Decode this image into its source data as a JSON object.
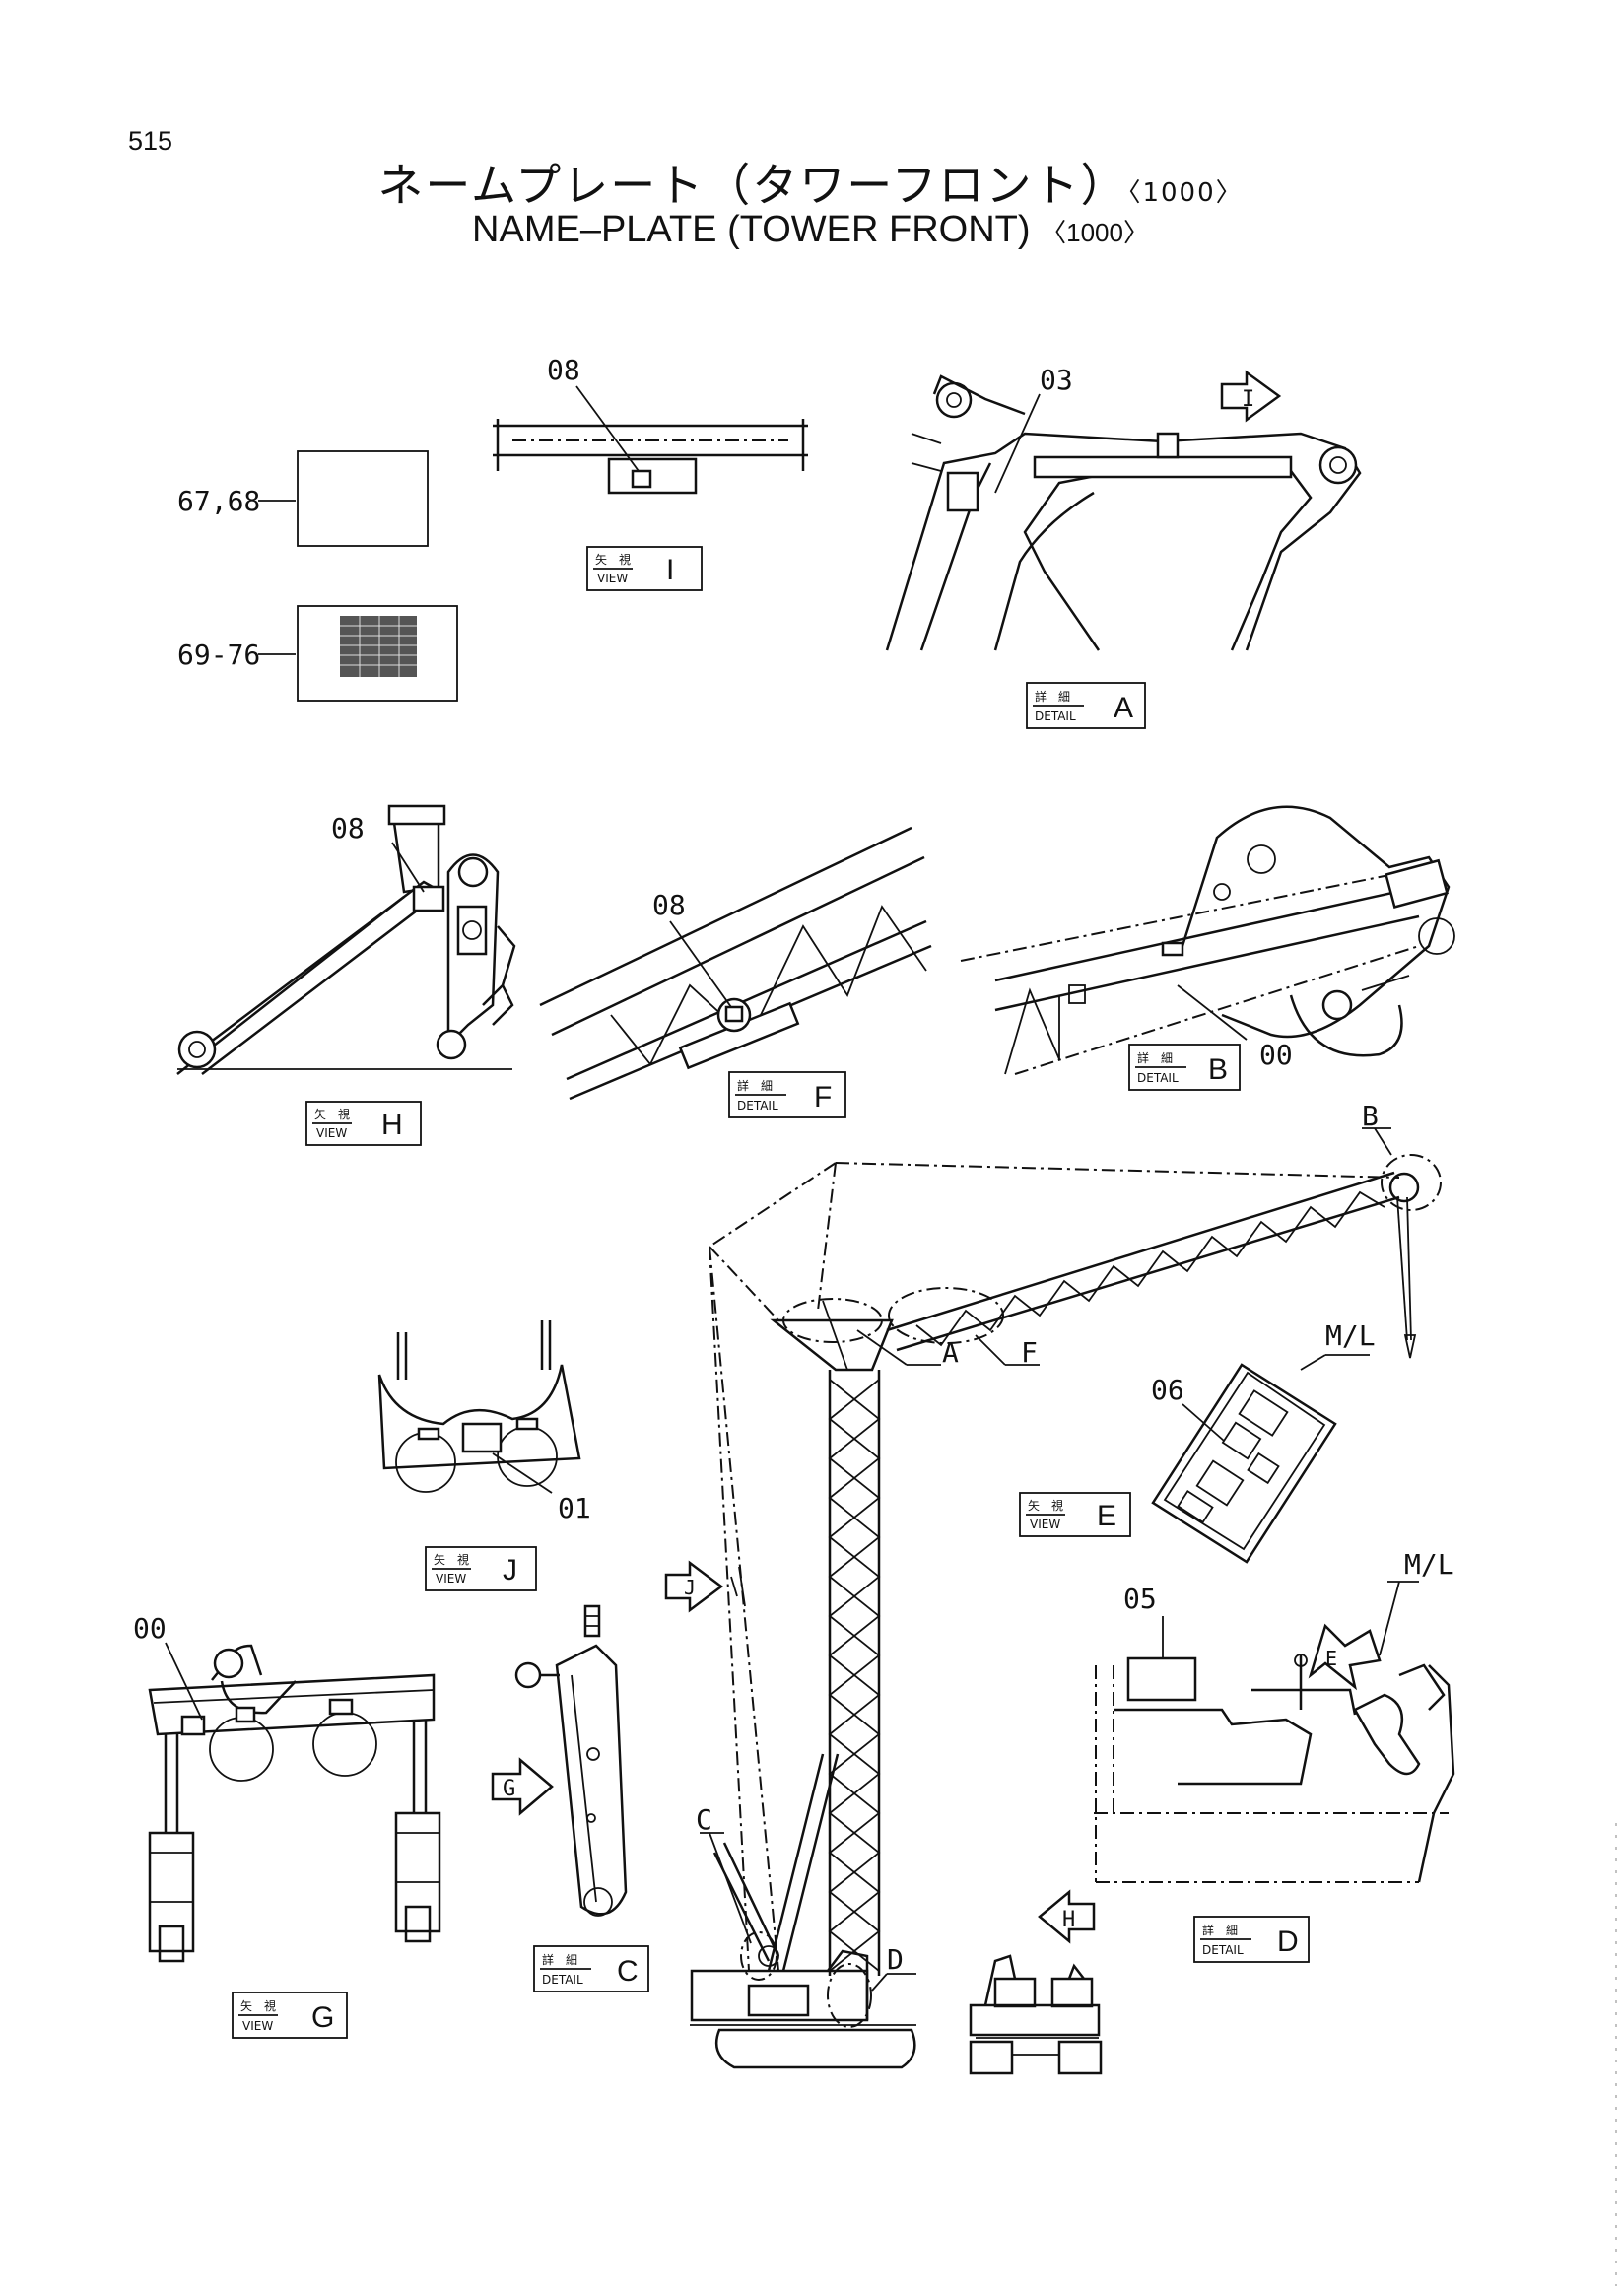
{
  "page_number": "515",
  "title": {
    "jp": "ネームプレート（タワーフロント）",
    "en": "NAME–PLATE (TOWER FRONT)",
    "code": "〈1000〉"
  },
  "part_labels": {
    "p67_68": "67,68",
    "p69_76": "69-76",
    "p08_view_i": "08",
    "p03": "03",
    "p08_view_h": "08",
    "p08_detail_f": "08",
    "p00_detail_b": "00",
    "p01": "01",
    "p06": "06",
    "p05": "05",
    "p00_view_g": "00",
    "ml_1": "M/L",
    "ml_2": "M/L"
  },
  "callouts": {
    "a": "A",
    "b": "B",
    "c": "C",
    "d": "D",
    "e": "E",
    "f": "F",
    "g": "G",
    "h": "H",
    "i": "I",
    "j": "J"
  },
  "boxes": {
    "view_jp": "矢　視",
    "view_en": "VIEW",
    "detail_jp": "詳　細",
    "detail_en": "DETAIL",
    "view_i": "I",
    "detail_a": "A",
    "view_h": "H",
    "detail_f": "F",
    "detail_b": "B",
    "view_j": "J",
    "view_e": "E",
    "view_g": "G",
    "detail_c": "C",
    "detail_d": "D"
  }
}
